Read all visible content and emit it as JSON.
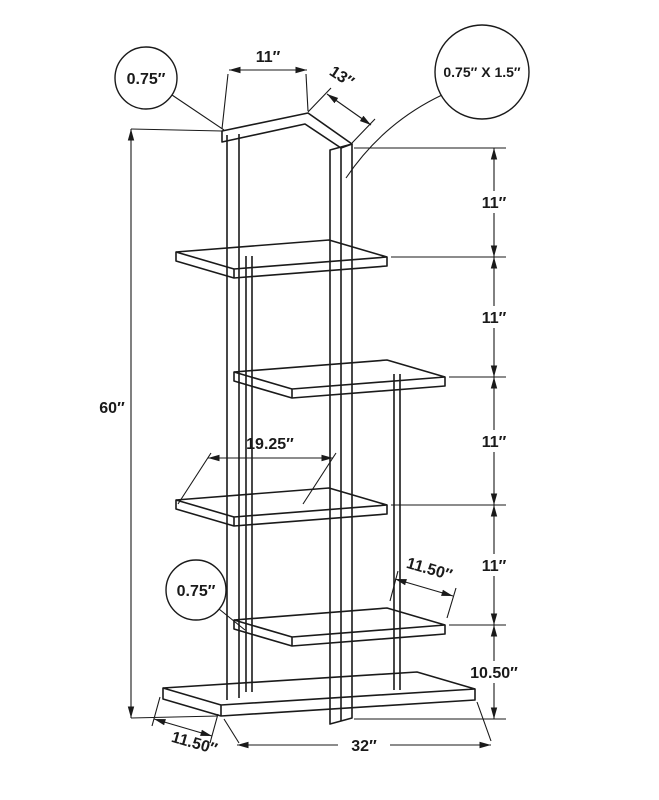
{
  "colors": {
    "line": "#1a1a1a",
    "background": "#ffffff"
  },
  "callouts": {
    "frame_thickness": "0.75″",
    "post_size": "0.75″ X 1.5″",
    "shelf_thickness": "0.75″"
  },
  "dimensions": {
    "top_width": "11″",
    "top_depth": "13″",
    "height": "60″",
    "gaps": [
      "11″",
      "11″",
      "11″",
      "11″",
      "10.50″"
    ],
    "shelf_width": "19.25″",
    "shelf_depth": "11.50″",
    "base_depth": "11.50″",
    "base_width": "32″"
  }
}
